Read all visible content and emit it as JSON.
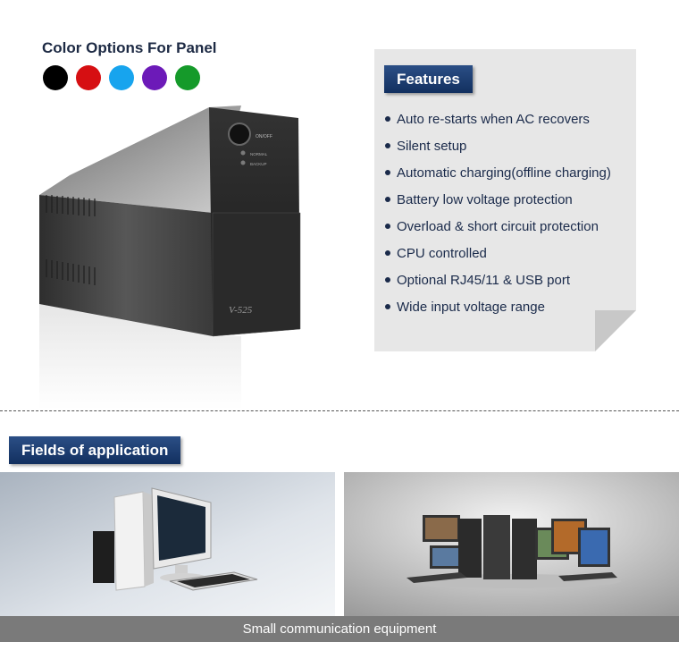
{
  "color_options": {
    "title": "Color Options For Panel",
    "swatches": [
      "#000000",
      "#d60f12",
      "#17a4ee",
      "#6c1ab8",
      "#159a2a"
    ]
  },
  "product": {
    "model_label": "V-525",
    "power_label": "ON/OFF",
    "normal_label": "NORMAL",
    "backup_label": "BACKUP"
  },
  "features": {
    "title": "Features",
    "items": [
      "Auto re-starts when AC recovers",
      "Silent setup",
      "Automatic charging(offline charging)",
      "Battery low voltage protection",
      "Overload & short circuit protection",
      "CPU controlled",
      "Optional RJ45/11 & USB port",
      "Wide input voltage range"
    ]
  },
  "fields": {
    "title": "Fields of application",
    "caption": "Small communication equipment"
  }
}
